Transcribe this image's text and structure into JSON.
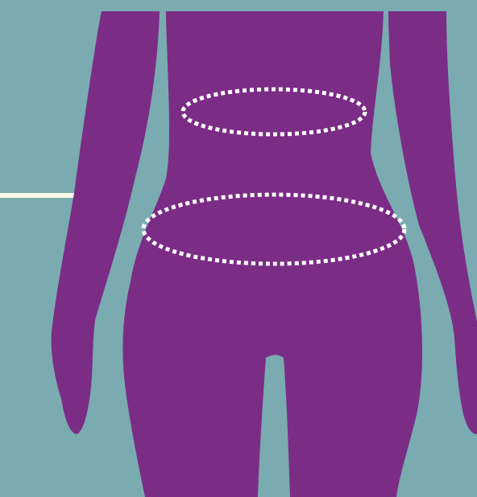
{
  "illustration": {
    "subject": "body-silhouette",
    "icon": "body-measurement-icon",
    "colors": {
      "background": "#7aabb1",
      "silhouette": "#7b2d86",
      "measure_outline": "#ffffff",
      "guide_line": "#fff8e8"
    },
    "markers": [
      {
        "name": "waist-measurement-marker",
        "style": "dotted-ellipse"
      },
      {
        "name": "hip-measurement-marker",
        "style": "dotted-ellipse"
      }
    ]
  }
}
